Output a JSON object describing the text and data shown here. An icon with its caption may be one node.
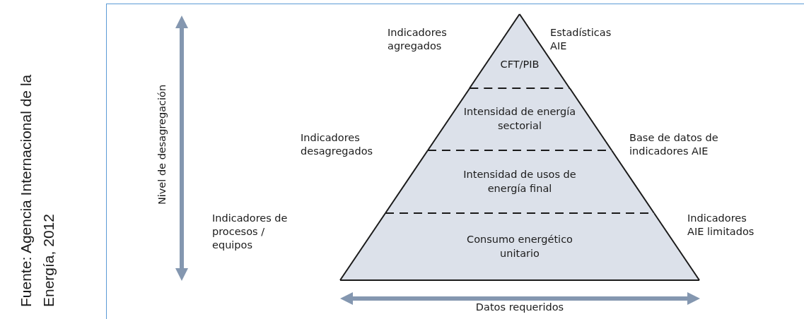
{
  "diagram": {
    "caption": "Fuente: Agencia Internacional de la Energía, 2012",
    "nodes": [
      {
        "text": [
          "CFT/PIB"
        ]
      },
      {
        "text": [
          "Intensidad de energía sectorial"
        ]
      },
      {
        "text": [
          "Intensidad de usos de energía final"
        ]
      },
      {
        "text": [
          "Consumo energético unitario"
        ]
      }
    ],
    "labels": [
      "Indicadores agregados",
      "Estadísticas AIE",
      "Indicadores desagregados",
      "Base de datos de indicadores AIE",
      "Indicadores de procesos / equipos",
      "Indicadores AIE limitados",
      "Nivel de desagregación",
      "Datos requeridos"
    ]
  }
}
